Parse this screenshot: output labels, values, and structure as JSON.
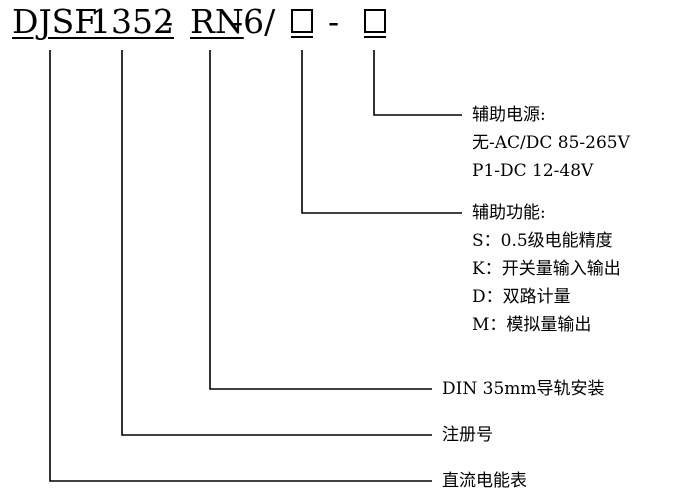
{
  "model_code": {
    "parts": [
      "DJSF",
      "1352",
      "-",
      "RN",
      "-6/",
      "-"
    ]
  },
  "annotations": {
    "aux_power": {
      "title": "辅助电源:",
      "options": [
        "无-AC/DC 85-265V",
        "P1-DC 12-48V"
      ]
    },
    "aux_function": {
      "title": "辅助功能:",
      "options": [
        "S：0.5级电能精度",
        "K：开关量输入输出",
        "D：双路计量",
        "M：模拟量输出"
      ]
    },
    "mounting": "DIN 35mm导轨安装",
    "reg_number": "注册号",
    "product_type": "直流电能表"
  }
}
